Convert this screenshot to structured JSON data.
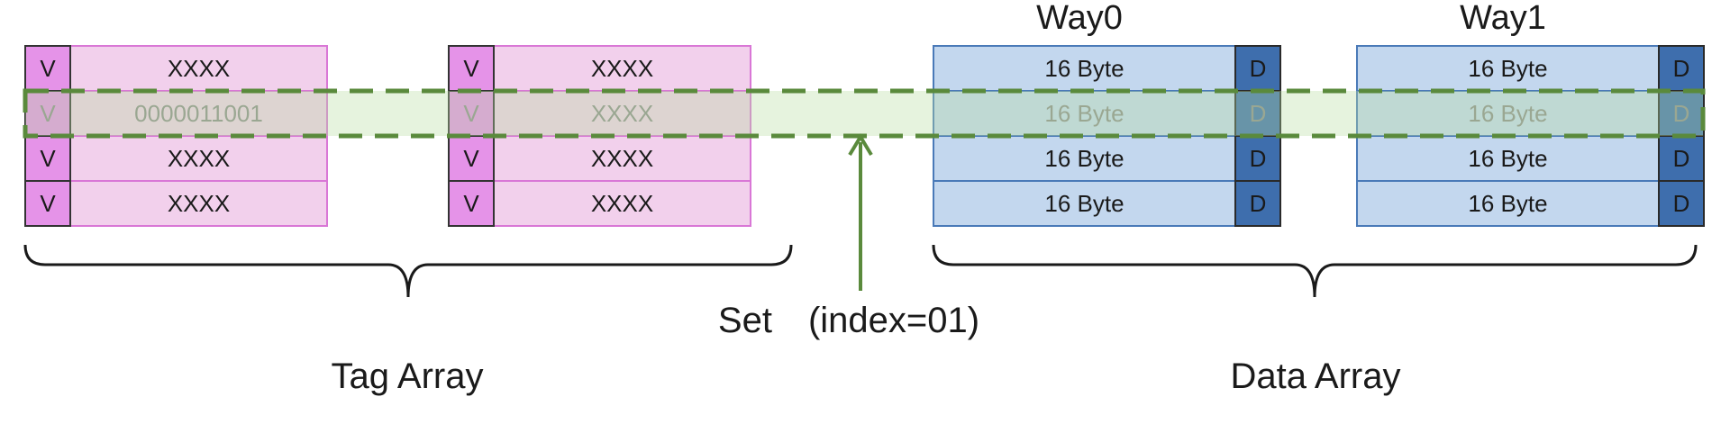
{
  "tag_array": {
    "label": "Tag Array",
    "valid_bit_label": "V",
    "ways": [
      {
        "rows": [
          "XXXX",
          "0000011001",
          "XXXX",
          "XXXX"
        ]
      },
      {
        "rows": [
          "XXXX",
          "XXXX",
          "XXXX",
          "XXXX"
        ]
      }
    ]
  },
  "data_array": {
    "label": "Data Array",
    "dirty_bit_label": "D",
    "ways": [
      {
        "title": "Way0",
        "rows": [
          "16 Byte",
          "16 Byte",
          "16 Byte",
          "16 Byte"
        ]
      },
      {
        "title": "Way1",
        "rows": [
          "16 Byte",
          "16 Byte",
          "16 Byte",
          "16 Byte"
        ]
      }
    ]
  },
  "set_selection": {
    "label": "Set　(index=01)",
    "selected_row": 1
  },
  "colors": {
    "tag_fill": "#f2d0ec",
    "tag_stroke": "#d977d6",
    "valid_fill": "#e593e8",
    "data_fill": "#c3d7ee",
    "data_stroke": "#4a7ab8",
    "dirty_fill": "#3e6ead",
    "highlight_fill": "#b6dca0",
    "highlight_stroke": "#5a8a3c",
    "brace_stroke": "#1a1a1a"
  }
}
